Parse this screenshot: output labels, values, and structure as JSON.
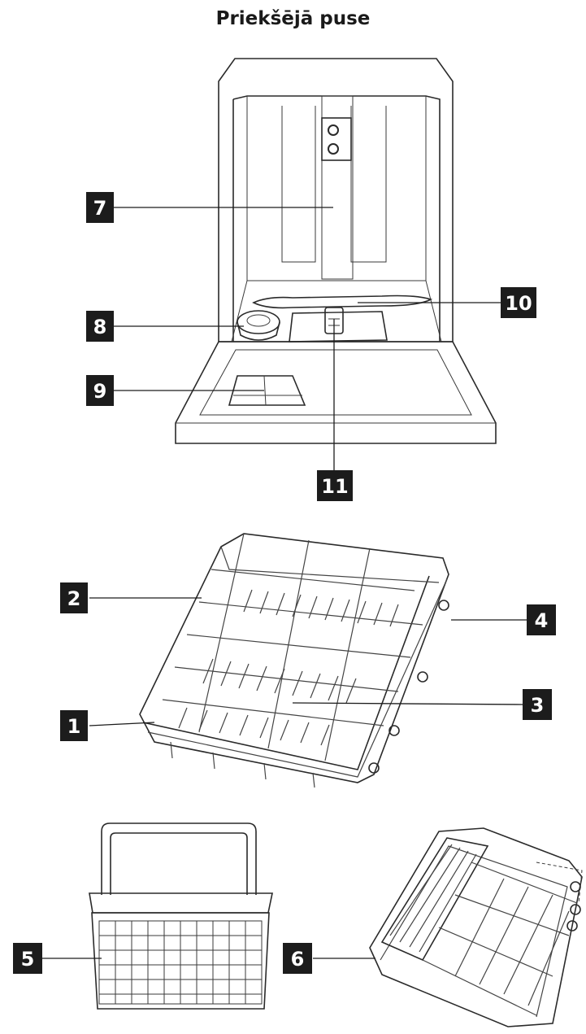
{
  "title": "Priekšējā puse",
  "callouts": [
    {
      "id": "c1",
      "label": "1"
    },
    {
      "id": "c2",
      "label": "2"
    },
    {
      "id": "c3",
      "label": "3"
    },
    {
      "id": "c4",
      "label": "4"
    },
    {
      "id": "c5",
      "label": "5"
    },
    {
      "id": "c6",
      "label": "6"
    },
    {
      "id": "c7",
      "label": "7"
    },
    {
      "id": "c8",
      "label": "8"
    },
    {
      "id": "c9",
      "label": "9"
    },
    {
      "id": "c10",
      "label": "10"
    },
    {
      "id": "c11",
      "label": "11"
    }
  ]
}
